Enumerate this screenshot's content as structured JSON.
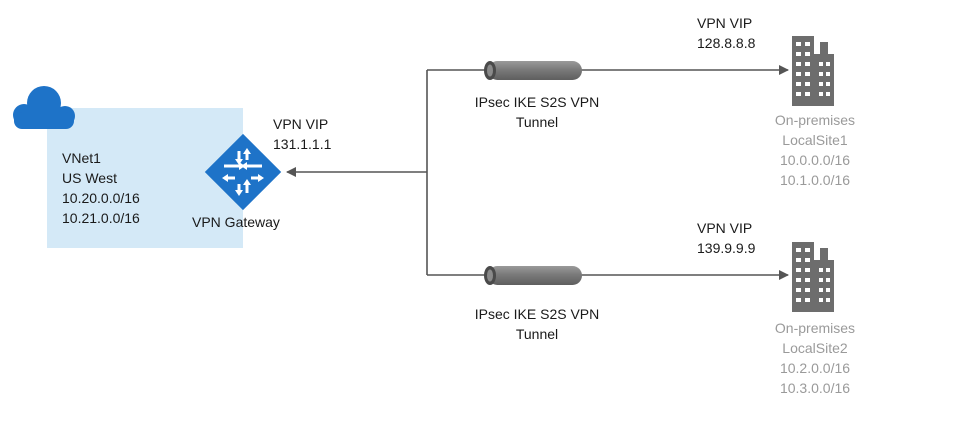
{
  "vnet": {
    "name": "VNet1",
    "region": "US West",
    "prefixes": [
      "10.20.0.0/16",
      "10.21.0.0/16"
    ],
    "fill_color": "#d4e9f7",
    "cloud_color": "#1e73c8"
  },
  "gateway": {
    "label": "VPN Gateway",
    "vip_label": "VPN VIP",
    "vip": "131.1.1.1",
    "icon": "router-icon",
    "color": "#1e73c8"
  },
  "tunnels": [
    {
      "line1": "IPsec IKE S2S VPN",
      "line2": "Tunnel"
    },
    {
      "line1": "IPsec IKE S2S VPN",
      "line2": "Tunnel"
    }
  ],
  "sites": [
    {
      "vip_label": "VPN VIP",
      "vip": "128.8.8.8",
      "type": "On-premises",
      "name": "LocalSite1",
      "prefixes": [
        "10.0.0.0/16",
        "10.1.0.0/16"
      ],
      "icon": "building-icon"
    },
    {
      "vip_label": "VPN VIP",
      "vip": "139.9.9.9",
      "type": "On-premises",
      "name": "LocalSite2",
      "prefixes": [
        "10.2.0.0/16",
        "10.3.0.0/16"
      ],
      "icon": "building-icon"
    }
  ],
  "colors": {
    "line": "#555555",
    "building": "#6d6d6d",
    "tunnel": "#7a7a7a",
    "site_text": "#9a9a9a"
  }
}
